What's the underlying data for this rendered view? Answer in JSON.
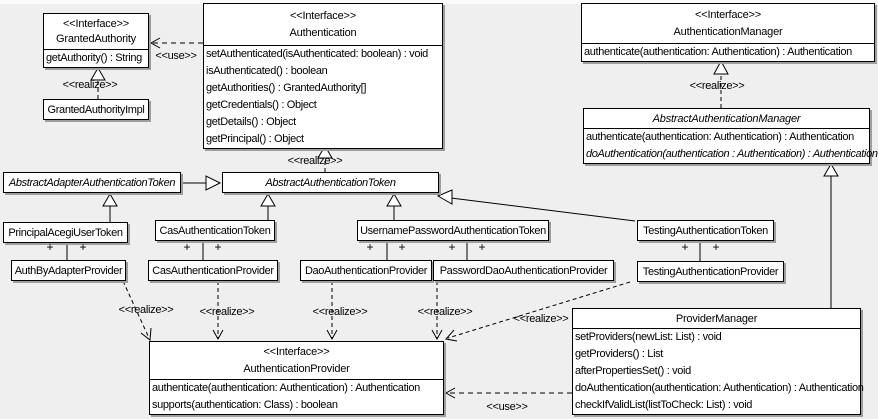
{
  "labels": {
    "interface": "<<Interface>>",
    "use": "<<use>>",
    "realize": "<<realize>>",
    "plus": "+"
  },
  "classes": {
    "granted_authority": {
      "stereotype": "<<Interface>>",
      "name": "GrantedAuthority",
      "methods": [
        "getAuthority() : String"
      ]
    },
    "granted_authority_impl": {
      "name": "GrantedAuthorityImpl"
    },
    "authentication": {
      "stereotype": "<<Interface>>",
      "name": "Authentication",
      "methods": [
        "setAuthenticated(isAuthenticated: boolean) : void",
        "isAuthenticated() : boolean",
        "getAuthorities() : GrantedAuthority[]",
        "getCredentials() : Object",
        "getDetails() : Object",
        "getPrincipal() : Object"
      ]
    },
    "authentication_manager": {
      "stereotype": "<<Interface>>",
      "name": "AuthenticationManager",
      "methods": [
        "authenticate(authentication: Authentication) : Authentication"
      ]
    },
    "abstract_authentication_manager": {
      "name": "AbstractAuthenticationManager",
      "methods": [
        "authenticate(authentication: Authentication) : Authentication",
        "doAuthentication(authentication : Authentication) : Authentication"
      ]
    },
    "abstract_adapter_authentication_token": {
      "name": "AbstractAdapterAuthenticationToken"
    },
    "abstract_authentication_token": {
      "name": "AbstractAuthenticationToken"
    },
    "principal_acegi_user_token": {
      "name": "PrincipalAcegiUserToken"
    },
    "cas_authentication_token": {
      "name": "CasAuthenticationToken"
    },
    "username_password_authentication_token": {
      "name": "UsernamePasswordAuthenticationToken"
    },
    "testing_authentication_token": {
      "name": "TestingAuthenticationToken"
    },
    "auth_by_adapter_provider": {
      "name": "AuthByAdapterProvider"
    },
    "cas_authentication_provider": {
      "name": "CasAuthenticationProvider"
    },
    "dao_authentication_provider": {
      "name": "DaoAuthenticationProvider"
    },
    "password_dao_authentication_provider": {
      "name": "PasswordDaoAuthenticationProvider"
    },
    "testing_authentication_provider": {
      "name": "TestingAuthenticationProvider"
    },
    "authentication_provider": {
      "stereotype": "<<Interface>>",
      "name": "AuthenticationProvider",
      "methods": [
        "authenticate(authentication: Authentication) : Authentication",
        "supports(authentication: Class) : boolean"
      ]
    },
    "provider_manager": {
      "name": "ProviderManager",
      "methods": [
        "setProviders(newList: List) : void",
        "getProviders() : List",
        "afterPropertiesSet() : void",
        "doAuthentication(authentication: Authentication) : Authentication",
        "checkIfValidList(listToCheck: List) : void"
      ]
    }
  },
  "colors": {
    "background": "#f0efef",
    "box_fill": "#ffffff",
    "box_border": "#000000",
    "box_shadow": "#9e9e9e",
    "line": "#000000"
  }
}
